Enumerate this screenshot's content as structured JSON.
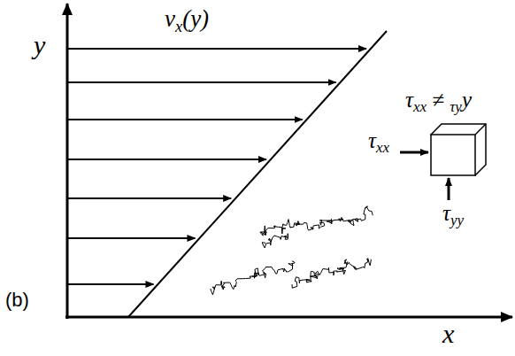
{
  "diagram": {
    "labels": [
      "y",
      "vx(y)",
      "x",
      "(b)",
      "τxx ≠ τyy",
      "τxx",
      "τyy"
    ]
  }
}
